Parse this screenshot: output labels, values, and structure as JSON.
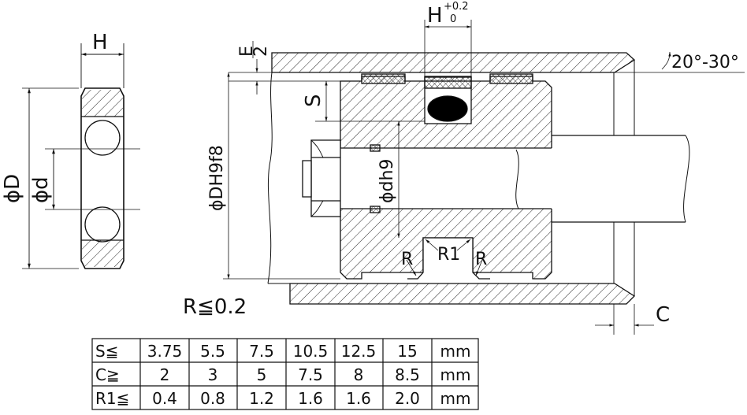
{
  "labels": {
    "H": "H",
    "H_top": "H",
    "H_tol_upper": "+0.2",
    "H_tol_lower": "0",
    "E": "E",
    "two": "2",
    "S": "S",
    "angle": "20°-30°",
    "phiD": "ϕD",
    "phid": "ϕd",
    "phiDH9f8": "ϕDH9f8",
    "phidh9": "ϕdh9",
    "R_left": "R",
    "R1": "R1",
    "R_right": "R",
    "R_max": "R≦0.2",
    "C": "C"
  },
  "table": {
    "rows": [
      {
        "head": "S≦",
        "values": [
          "3.75",
          "5.5",
          "7.5",
          "10.5",
          "12.5",
          "15"
        ],
        "unit": "mm"
      },
      {
        "head": "C≧",
        "values": [
          "2",
          "3",
          "5",
          "7.5",
          "8",
          "8.5"
        ],
        "unit": "mm"
      },
      {
        "head": "R1≦",
        "values": [
          "0.4",
          "0.8",
          "1.2",
          "1.6",
          "1.6",
          "2.0"
        ],
        "unit": "mm"
      }
    ]
  },
  "colors": {
    "line": "#111111",
    "seal": "#000000",
    "paper": "#ffffff"
  }
}
